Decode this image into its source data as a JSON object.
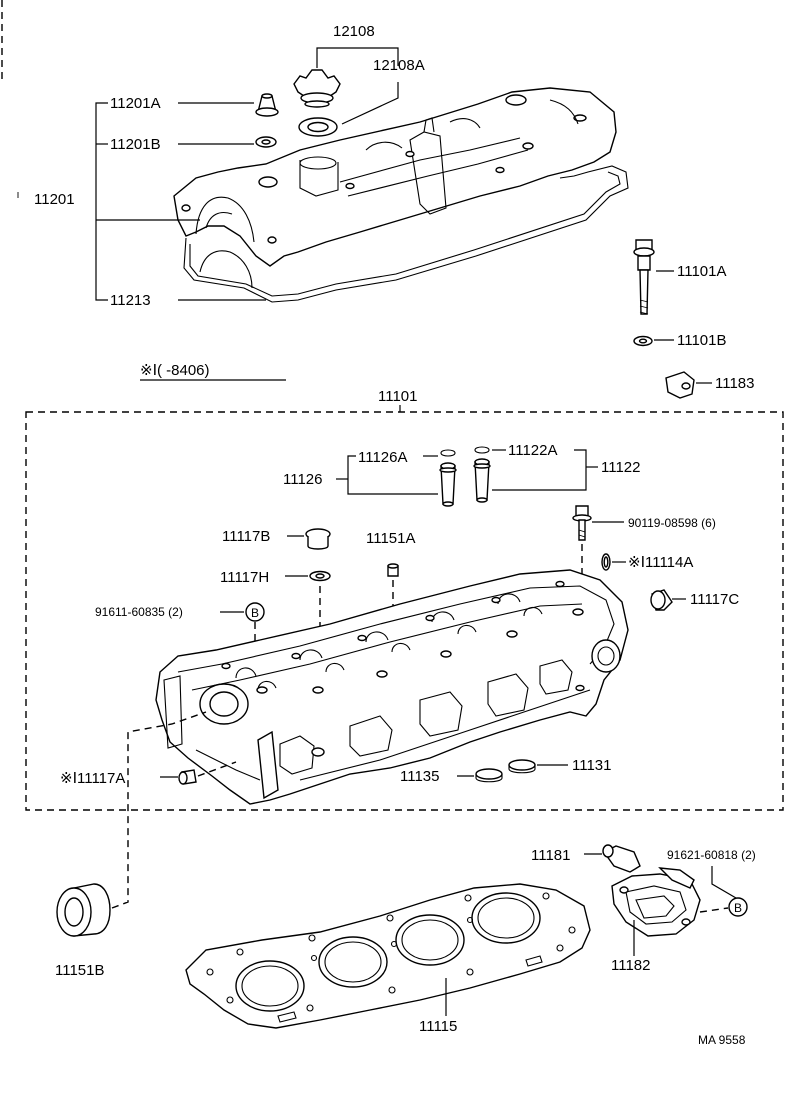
{
  "labels": {
    "p12108": "12108",
    "p12108A": "12108A",
    "p11201A": "11201A",
    "p11201B": "11201B",
    "p11201": "11201",
    "p11213": "11213",
    "p11101A": "11101A",
    "p11101B": "11101B",
    "p11183": "11183",
    "p11101": "11101",
    "p11126A": "11126A",
    "p11126": "11126",
    "p11122A": "11122A",
    "p11122": "11122",
    "p11117B": "11117B",
    "p11151A": "11151A",
    "p90119": "90119-08598 (6)",
    "p11114A": "※Ⅰ11114A",
    "p11117H": "11117H",
    "p11117C": "11117C",
    "p91611": "91611-60835 (2)",
    "p11117A": "※Ⅰ11117A",
    "p11135": "11135",
    "p11131": "11131",
    "p11181": "11181",
    "p91621": "91621-60818 (2)",
    "p11182": "11182",
    "p11151B": "11151B",
    "p11115": "11115",
    "note": "※Ⅰ(        -8406)",
    "badge": "B",
    "footer": "MA  9558"
  }
}
